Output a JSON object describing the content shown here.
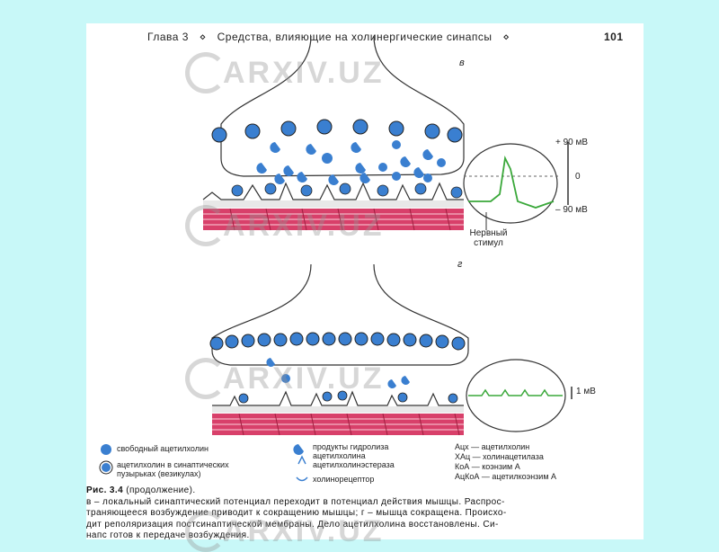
{
  "header": {
    "chapter": "Глава 3",
    "separator": "⋄",
    "title": "Средства, влияющие на холинергические синапсы",
    "page_number": "101"
  },
  "panel_v": {
    "letter": "в",
    "scale_top": "+ 90 мВ",
    "scale_zero": "0",
    "scale_bottom": "– 90 мВ",
    "stimulus": "Нервный стимул"
  },
  "panel_g": {
    "letter": "г",
    "scale": "1 мВ"
  },
  "legend": {
    "left": [
      "свободный ацетилхолин",
      "ацетилхолин в синаптических пузырьках (везикулах)"
    ],
    "middle": [
      "продукты гидролиза ацетилхолина",
      "ацетилхолинэстераза",
      "холинорецептор"
    ],
    "abbr": [
      "Ацх — ацетилхолин",
      "ХАц — холинацетилаза",
      "КоА — коэнзим А",
      "АцКоА — ацетилкоэнзим А"
    ]
  },
  "caption": {
    "label": "Рис. 3.4",
    "suffix": "(продолжение).",
    "lines": [
      "в – локальный синаптический потенциал переходит в потенциал действия мышцы. Распрос-",
      "траняющееся возбуждение приводит к сокращению мышцы; г – мышца сокращена. Происхо-",
      "дит реполяризация постсинаптической мембраны. Дело ацетилхолина восстановлены. Си-",
      "напс готов к передаче возбуждения."
    ]
  },
  "watermark": "ARXIV.UZ",
  "colors": {
    "background": "#c8f8f8",
    "vesicle": "#3a7fd0",
    "muscle": "#d8406a",
    "trace": "#3aa83a"
  }
}
